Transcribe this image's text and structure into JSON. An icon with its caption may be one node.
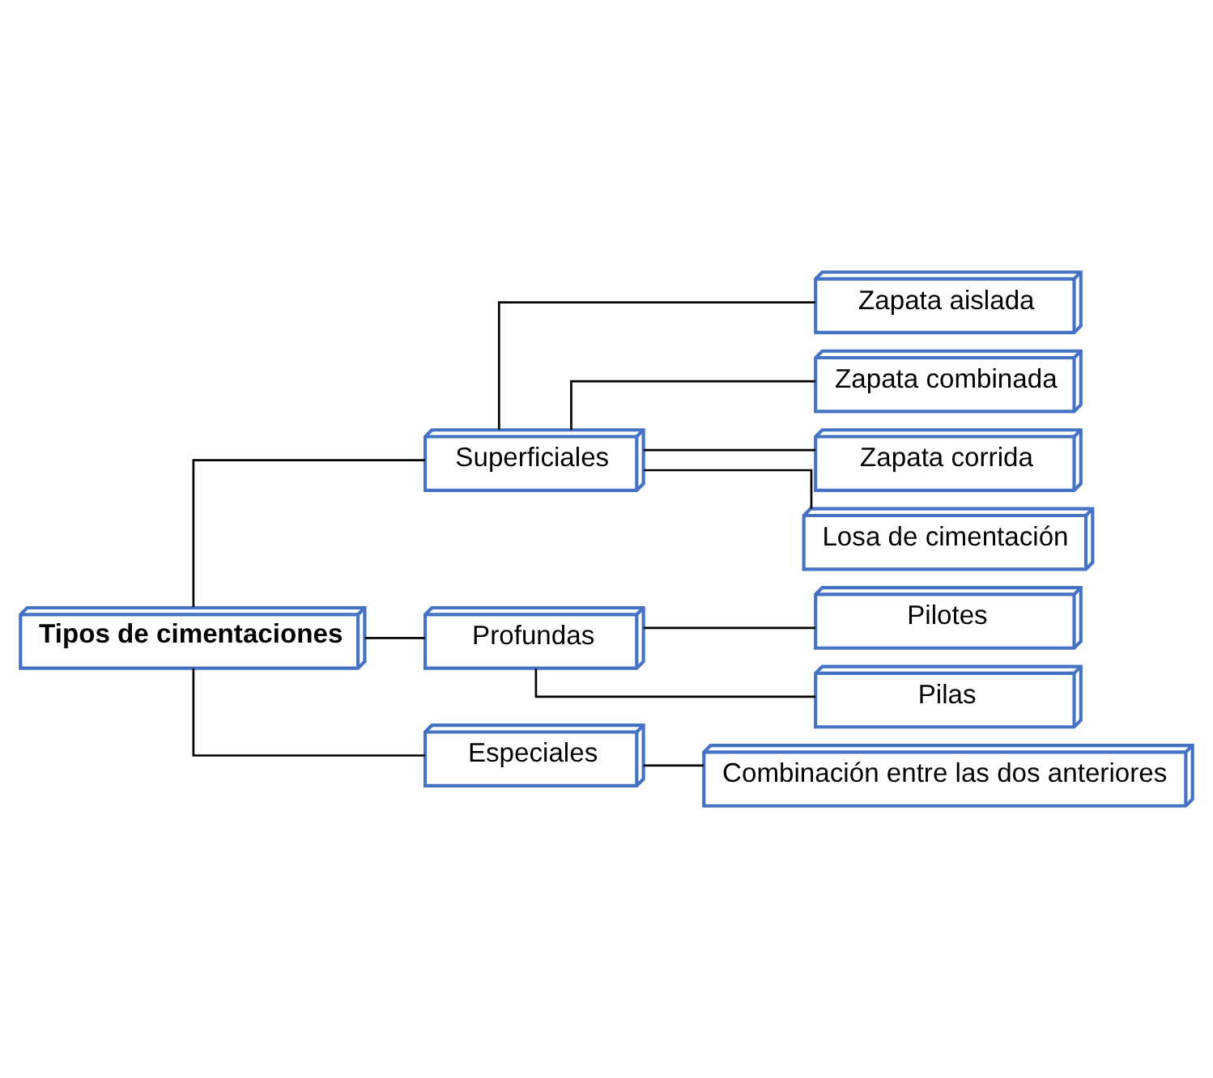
{
  "diagram": {
    "nodes": [
      {
        "text": [
          "Tipos de cimentaciones"
        ]
      },
      {
        "text": [
          "Superficiales"
        ]
      },
      {
        "text": [
          "Profundas"
        ]
      },
      {
        "text": [
          "Especiales"
        ]
      },
      {
        "text": [
          "Zapata aislada"
        ]
      },
      {
        "text": [
          "Zapata combinada"
        ]
      },
      {
        "text": [
          "Zapata corrida"
        ]
      },
      {
        "text": [
          "Losa de cimentación"
        ]
      },
      {
        "text": [
          "Pilotes"
        ]
      },
      {
        "text": [
          "Pilas"
        ]
      },
      {
        "text": [
          "Combinación entre las dos anteriores"
        ]
      }
    ],
    "edges": [
      {
        "from": 0,
        "to": 1,
        "arrow": "none"
      },
      {
        "from": 0,
        "to": 2,
        "arrow": "none"
      },
      {
        "from": 0,
        "to": 3,
        "arrow": "none"
      },
      {
        "from": 1,
        "to": 4,
        "arrow": "none"
      },
      {
        "from": 1,
        "to": 5,
        "arrow": "none"
      },
      {
        "from": 1,
        "to": 6,
        "arrow": "none"
      },
      {
        "from": 1,
        "to": 7,
        "arrow": "none"
      },
      {
        "from": 2,
        "to": 8,
        "arrow": "none"
      },
      {
        "from": 2,
        "to": 9,
        "arrow": "none"
      },
      {
        "from": 3,
        "to": 10,
        "arrow": "none"
      }
    ]
  }
}
